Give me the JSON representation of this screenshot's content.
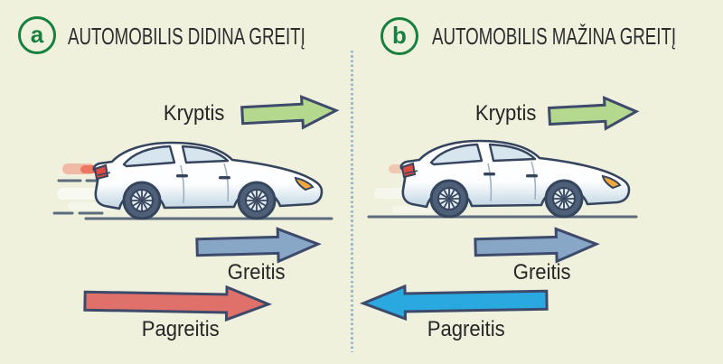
{
  "figure": {
    "panels": {
      "a": {
        "badge": "a",
        "title": "AUTOMOBILIS DIDINA GREITĮ",
        "direction_label": "Kryptis",
        "velocity_label": "Greitis",
        "acceleration_label": "Pagreitis",
        "direction_arrow_points": "right",
        "velocity_arrow_points": "right",
        "acceleration_arrow_points": "right"
      },
      "b": {
        "badge": "b",
        "title": "AUTOMOBILIS MAŽINA GREITĮ",
        "direction_label": "Kryptis",
        "velocity_label": "Greitis",
        "acceleration_label": "Pagreitis",
        "direction_arrow_points": "right",
        "velocity_arrow_points": "right",
        "acceleration_arrow_points": "left"
      }
    },
    "colors": {
      "background": "#eff1dd",
      "badge_ring": "#17803f",
      "title_text": "#2d2d30",
      "label_text": "#262626",
      "arrow_outline": "#3d4a6b",
      "direction_arrow_fill": "#b4d88d",
      "velocity_arrow_fill": "#88a7c6",
      "acceleration_right_fill": "#e0716a",
      "acceleration_left_fill": "#2aa8e0",
      "divider": "#9fb7c9",
      "ground": "#5c6b7d",
      "car_outline": "#36455e",
      "tail_light": "#dc4b41",
      "head_light": "#f2a73b"
    }
  }
}
